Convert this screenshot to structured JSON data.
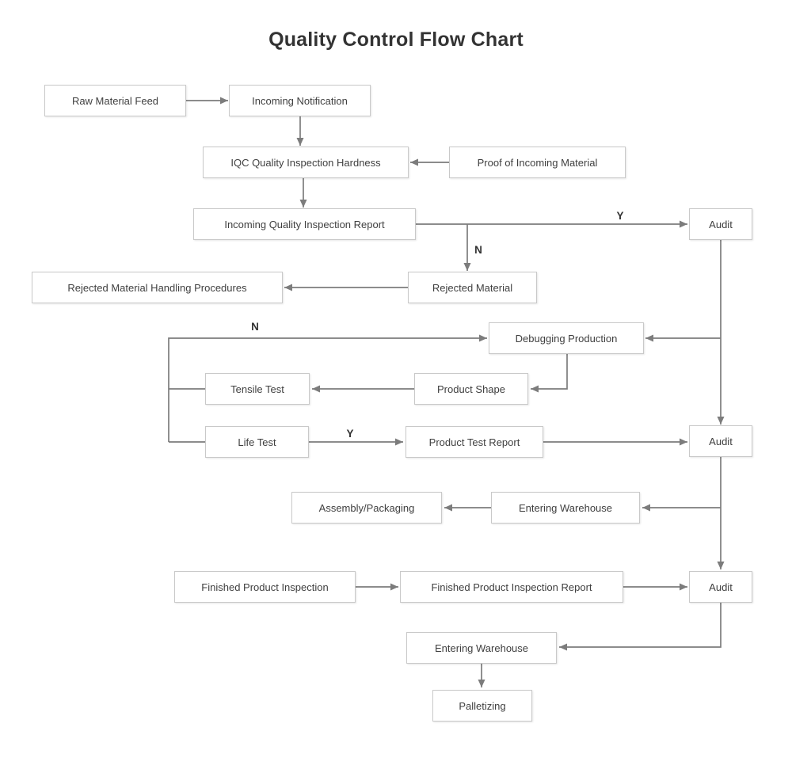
{
  "title": "Quality Control Flow Chart",
  "colors": {
    "background": "#ffffff",
    "box_fill": "#ffffff",
    "box_border": "#c9c9c9",
    "box_text": "#3f3f3f",
    "line": "#7c7c7c",
    "title_text": "#333333"
  },
  "nodes": {
    "raw_material_feed": {
      "label": "Raw Material Feed"
    },
    "incoming_notification": {
      "label": "Incoming Notification"
    },
    "iqc_quality_inspection_hardness": {
      "label": "IQC Quality Inspection Hardness"
    },
    "proof_of_incoming_material": {
      "label": "Proof of Incoming Material"
    },
    "incoming_quality_inspection_report": {
      "label": "Incoming Quality Inspection Report"
    },
    "audit_1": {
      "label": "Audit"
    },
    "rejected_material": {
      "label": "Rejected Material"
    },
    "rejected_material_handling_procedures": {
      "label": "Rejected Material Handling Procedures"
    },
    "debugging_production": {
      "label": "Debugging Production"
    },
    "tensile_test": {
      "label": "Tensile Test"
    },
    "product_shape": {
      "label": "Product Shape"
    },
    "life_test": {
      "label": "Life Test"
    },
    "product_test_report": {
      "label": "Product Test Report"
    },
    "audit_2": {
      "label": "Audit"
    },
    "assembly_packaging": {
      "label": "Assembly/Packaging"
    },
    "entering_warehouse_1": {
      "label": "Entering Warehouse"
    },
    "finished_product_inspection": {
      "label": "Finished Product Inspection"
    },
    "finished_product_inspection_report": {
      "label": "Finished Product Inspection Report"
    },
    "audit_3": {
      "label": "Audit"
    },
    "entering_warehouse_2": {
      "label": "Entering Warehouse"
    },
    "palletizing": {
      "label": "Palletizing"
    }
  },
  "edge_labels": {
    "report_to_audit_yes": "Y",
    "report_to_rejected_no": "N",
    "tests_to_debugging_no": "N",
    "life_test_to_report_yes": "Y"
  },
  "edges": [
    {
      "from": "raw_material_feed",
      "to": "incoming_notification",
      "label": ""
    },
    {
      "from": "incoming_notification",
      "to": "iqc_quality_inspection_hardness",
      "label": ""
    },
    {
      "from": "proof_of_incoming_material",
      "to": "iqc_quality_inspection_hardness",
      "label": ""
    },
    {
      "from": "iqc_quality_inspection_hardness",
      "to": "incoming_quality_inspection_report",
      "label": ""
    },
    {
      "from": "incoming_quality_inspection_report",
      "to": "audit_1",
      "label": "Y"
    },
    {
      "from": "incoming_quality_inspection_report",
      "to": "rejected_material",
      "label": "N"
    },
    {
      "from": "rejected_material",
      "to": "rejected_material_handling_procedures",
      "label": ""
    },
    {
      "from": "audit_1",
      "to": "debugging_production",
      "label": ""
    },
    {
      "from": "audit_1",
      "to": "audit_2",
      "label": ""
    },
    {
      "from": "tensile_test",
      "to": "debugging_production",
      "label": "N"
    },
    {
      "from": "life_test",
      "to": "debugging_production",
      "label": "N"
    },
    {
      "from": "debugging_production",
      "to": "product_shape",
      "label": ""
    },
    {
      "from": "product_shape",
      "to": "tensile_test",
      "label": ""
    },
    {
      "from": "life_test",
      "to": "product_test_report",
      "label": "Y"
    },
    {
      "from": "product_test_report",
      "to": "audit_2",
      "label": ""
    },
    {
      "from": "audit_2",
      "to": "entering_warehouse_1",
      "label": ""
    },
    {
      "from": "audit_2",
      "to": "audit_3",
      "label": ""
    },
    {
      "from": "entering_warehouse_1",
      "to": "assembly_packaging",
      "label": ""
    },
    {
      "from": "finished_product_inspection",
      "to": "finished_product_inspection_report",
      "label": ""
    },
    {
      "from": "finished_product_inspection_report",
      "to": "audit_3",
      "label": ""
    },
    {
      "from": "audit_3",
      "to": "entering_warehouse_2",
      "label": ""
    },
    {
      "from": "entering_warehouse_2",
      "to": "palletizing",
      "label": ""
    }
  ]
}
